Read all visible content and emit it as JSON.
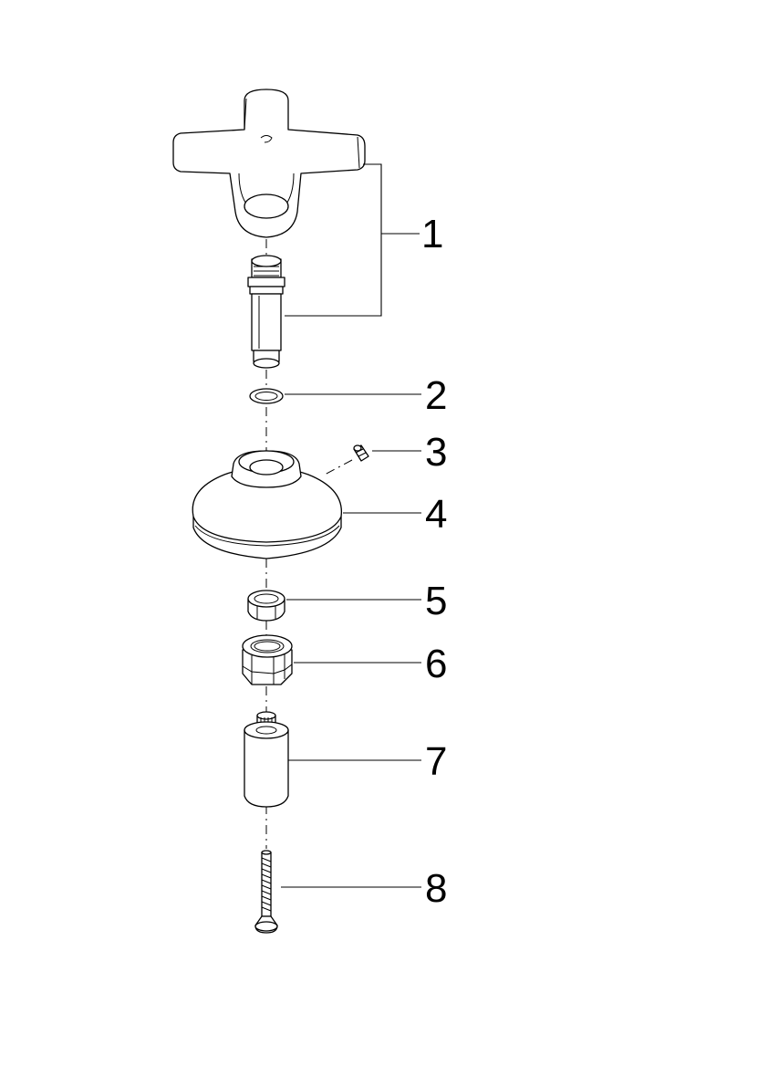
{
  "diagram": {
    "parts": [
      {
        "label": "1",
        "icon": "cross-handle-and-spindle"
      },
      {
        "label": "2",
        "icon": "o-ring"
      },
      {
        "label": "3",
        "icon": "set-screw"
      },
      {
        "label": "4",
        "icon": "escutcheon-flange"
      },
      {
        "label": "5",
        "icon": "bushing-ring"
      },
      {
        "label": "6",
        "icon": "hex-nut"
      },
      {
        "label": "7",
        "icon": "stem-extension"
      },
      {
        "label": "8",
        "icon": "mounting-screw"
      }
    ],
    "colors": {
      "line": "#000000",
      "background": "#ffffff"
    }
  }
}
